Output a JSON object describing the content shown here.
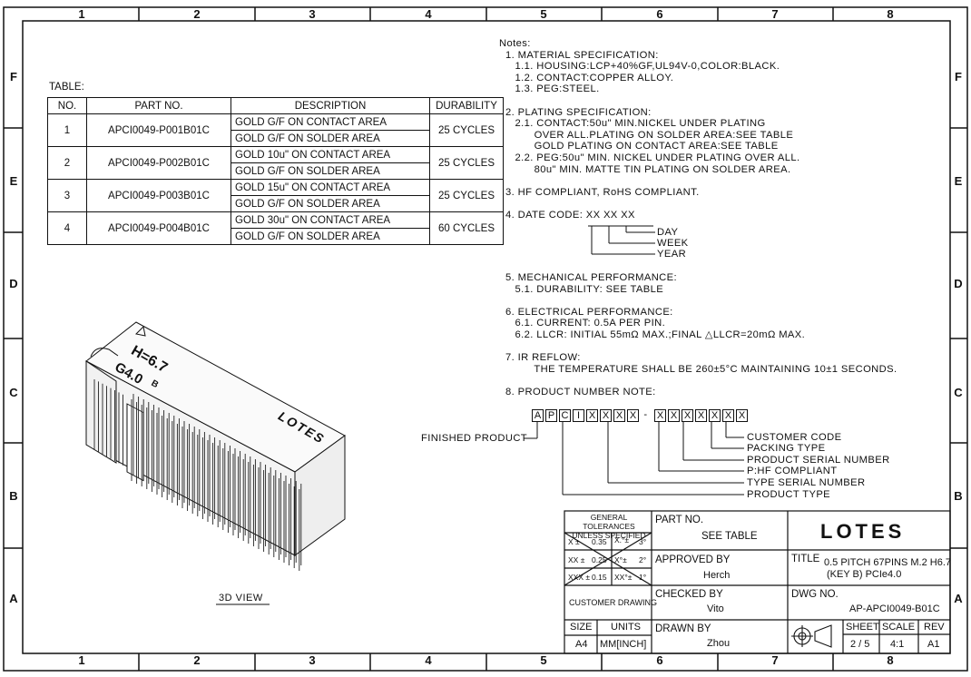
{
  "zones": {
    "columns": [
      "1",
      "2",
      "3",
      "4",
      "5",
      "6",
      "7",
      "8"
    ],
    "rows": [
      "F",
      "E",
      "D",
      "C",
      "B",
      "A"
    ]
  },
  "table": {
    "caption": "TABLE:",
    "headers": [
      "NO.",
      "PART NO.",
      "DESCRIPTION",
      "DURABILITY"
    ],
    "rows": [
      {
        "no": "1",
        "part": "APCI0049-P001B01C",
        "desc1": "GOLD G/F ON CONTACT AREA",
        "desc2": "GOLD G/F ON SOLDER AREA",
        "durability": "25 CYCLES"
      },
      {
        "no": "2",
        "part": "APCI0049-P002B01C",
        "desc1": "GOLD 10u\" ON CONTACT AREA",
        "desc2": "GOLD G/F ON SOLDER AREA",
        "durability": "25 CYCLES"
      },
      {
        "no": "3",
        "part": "APCI0049-P003B01C",
        "desc1": "GOLD 15u\" ON CONTACT AREA",
        "desc2": "GOLD G/F ON SOLDER AREA",
        "durability": "25 CYCLES"
      },
      {
        "no": "4",
        "part": "APCI0049-P004B01C",
        "desc1": "GOLD 30u\" ON CONTACT AREA",
        "desc2": "GOLD G/F ON SOLDER AREA",
        "durability": "60 CYCLES"
      }
    ]
  },
  "notes": {
    "lines": [
      "Notes:",
      "  1. MATERIAL SPECIFICATION:",
      "     1.1. HOUSING:LCP+40%GF,UL94V-0,COLOR:BLACK.",
      "     1.2. CONTACT:COPPER ALLOY.",
      "     1.3. PEG:STEEL.",
      "",
      "  2. PLATING SPECIFICATION:",
      "     2.1. CONTACT:50u\" MIN.NICKEL UNDER PLATING",
      "           OVER ALL.PLATING ON SOLDER AREA:SEE TABLE",
      "           GOLD PLATING ON CONTACT AREA:SEE TABLE",
      "     2.2. PEG:50u\" MIN. NICKEL UNDER PLATING OVER ALL.",
      "           80u\" MIN. MATTE TIN PLATING ON SOLDER AREA.",
      "",
      "  3. HF COMPLIANT, RoHS COMPLIANT.",
      "",
      "  4. DATE CODE: XX XX XX"
    ],
    "date_code": {
      "day": "DAY",
      "week": "WEEK",
      "year": "YEAR"
    },
    "lines2": [
      "  5. MECHANICAL PERFORMANCE:",
      "     5.1. DURABILITY: SEE TABLE",
      "",
      "  6. ELECTRICAL PERFORMANCE:",
      "     6.1. CURRENT: 0.5A PER PIN.",
      "     6.2. LLCR: INITIAL 55mΩ MAX.;FINAL △LLCR=20mΩ MAX.",
      "",
      "  7. IR REFLOW:",
      "           THE TEMPERATURE SHALL BE 260±5°C MAINTAINING 10±1 SECONDS.",
      "",
      "  8. PRODUCT NUMBER NOTE:"
    ],
    "pn_boxes": [
      "A",
      "P",
      "C",
      "I",
      "X",
      "X",
      "X",
      "X",
      "-",
      "X",
      "X",
      "X",
      "X",
      "X",
      "X",
      "X"
    ],
    "pn_labels": [
      "CUSTOMER CODE",
      "PACKING TYPE",
      "PRODUCT SERIAL NUMBER",
      "P:HF COMPLIANT",
      "TYPE SERIAL NUMBER",
      "PRODUCT TYPE"
    ],
    "finished_product": "FINISHED PRODUCT"
  },
  "view": {
    "label": "3D VIEW",
    "height_mark": "H=6.7",
    "key_mark": "G4.0",
    "key_sub": "B",
    "brand_mark": "LOTES"
  },
  "title_block": {
    "tolerances_title": "GENERAL TOLERANCES UNLESS SPECIFIED",
    "tol_x": "X ±",
    "tol_x_val": "0.35",
    "tol_xa": "X.°±",
    "tol_xa_val": "3°",
    "tol_xx": "XX ±",
    "tol_xx_val": "0.25",
    "tol_xxa": "X°±",
    "tol_xxa_val": "2°",
    "tol_xxx": "XXX ±",
    "tol_xxx_val": "0.15",
    "tol_xxxa": "XX°±",
    "tol_xxxa_val": "1°",
    "customer_drawing": "CUSTOMER DRAWING",
    "size_label": "SIZE",
    "size_value": "A4",
    "units_label": "UNITS",
    "units_value": "MM[INCH]",
    "part_no_label": "PART NO.",
    "part_no_value": "SEE TABLE",
    "approved_label": "APPROVED BY",
    "approved_value": "Herch",
    "checked_label": "CHECKED BY",
    "checked_value": "Vito",
    "drawn_label": "DRAWN BY",
    "drawn_value": "Zhou",
    "logo": "LOTES",
    "title_label": "TITLE",
    "title_value1": "0.5 PITCH 67PINS M.2 H6.7",
    "title_value2": "(KEY B) PCIe4.0",
    "dwg_label": "DWG NO.",
    "dwg_value": "AP-APCI0049-B01C",
    "sheet_label": "SHEET",
    "sheet_value": "2 / 5",
    "scale_label": "SCALE",
    "scale_value": "4:1",
    "rev_label": "REV",
    "rev_value": "A1"
  }
}
